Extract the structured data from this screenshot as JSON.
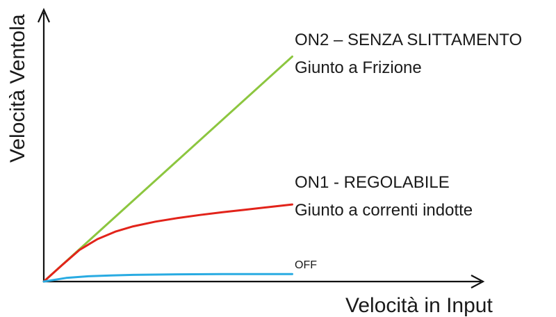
{
  "chart_data": {
    "type": "line",
    "xlabel": "Velocità in Input",
    "ylabel": "Velocità Ventola",
    "xlim": [
      0,
      10
    ],
    "ylim": [
      0,
      10
    ],
    "grid": false,
    "series": [
      {
        "name_lines": [
          "ON2 – SENZA SLITTAMENTO",
          "Giunto a Frizione"
        ],
        "color": "#8cc63f",
        "x": [
          0,
          5.56
        ],
        "y": [
          0,
          8.11
        ]
      },
      {
        "name_lines": [
          "ON1 - REGOLABILE",
          "Giunto a correnti indotte"
        ],
        "color": "#e2231a",
        "x": [
          0,
          0.4,
          0.8,
          1.2,
          1.6,
          2.0,
          2.5,
          3.0,
          3.5,
          4.0,
          4.5,
          5.0,
          5.56
        ],
        "y": [
          0,
          0.58,
          1.14,
          1.53,
          1.8,
          1.99,
          2.16,
          2.29,
          2.4,
          2.5,
          2.59,
          2.68,
          2.78
        ]
      },
      {
        "name_lines": [
          "OFF"
        ],
        "color": "#29abe2",
        "x": [
          0,
          0.5,
          1.0,
          1.5,
          2.0,
          3.0,
          4.0,
          5.56
        ],
        "y": [
          0,
          0.13,
          0.19,
          0.22,
          0.24,
          0.26,
          0.27,
          0.27
        ]
      }
    ]
  }
}
